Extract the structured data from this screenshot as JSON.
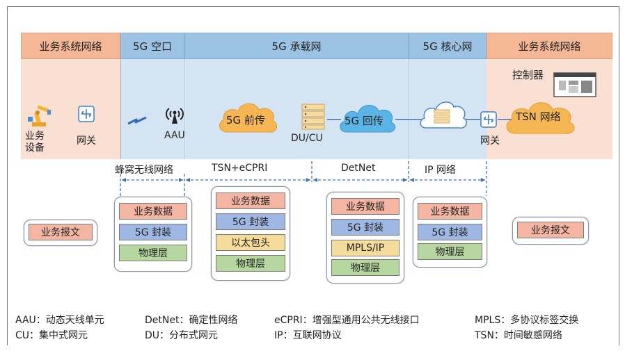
{
  "header": {
    "left": "业务系统网络",
    "air": "5G 空口",
    "bearer": "5G 承载网",
    "core": "5G 核心网",
    "right": "业务系统网络"
  },
  "devices": {
    "equipment": "业务\n设备",
    "gateway_left": "网关",
    "aau": "AAU",
    "fronthaul": "5G 前传",
    "du_cu": "DU/CU",
    "backhaul": "5G 回传",
    "gateway_right": "网关",
    "tsn": "TSN 网络",
    "controller": "控制器"
  },
  "segments": {
    "cellular": "蜂窝无线网络",
    "tsn_ecpri": "TSN+eCPRI",
    "detnet": "DetNet",
    "ip": "IP 网络"
  },
  "stacks": {
    "left_msg": "业务报文",
    "s1": [
      "业务数据",
      "5G 封装",
      "物理层"
    ],
    "s2": [
      "业务数据",
      "5G 封装",
      "以太包头",
      "物理层"
    ],
    "s3": [
      "业务数据",
      "5G 封装",
      "MPLS/IP",
      "物理层"
    ],
    "s4": [
      "业务数据",
      "5G 封装",
      "物理层"
    ],
    "right_msg": "业务报文"
  },
  "legend": {
    "r1": [
      "AAU：动态天线单元",
      "DetNet：确定性网络",
      "eCPRI：增强型通用公共无线接口",
      "MPLS：多协议标签交换"
    ],
    "r2": [
      "CU：集中式网元",
      "DU：分布式网元",
      "IP：互联网协议",
      "TSN：时间敏感网络"
    ]
  },
  "colors": {
    "header_orange": "#f4b896",
    "header_blue": "#9cc3e4",
    "band_orange": "#f9e0d2",
    "band_blue": "#d5e4f2",
    "cloud_orange": "#f6b653",
    "cloud_blue": "#5ab4e6",
    "layer_red": "#f4b5a3",
    "layer_blue": "#9fb7e3",
    "layer_yellow": "#f6dc9a",
    "layer_green": "#b6d7a0"
  }
}
